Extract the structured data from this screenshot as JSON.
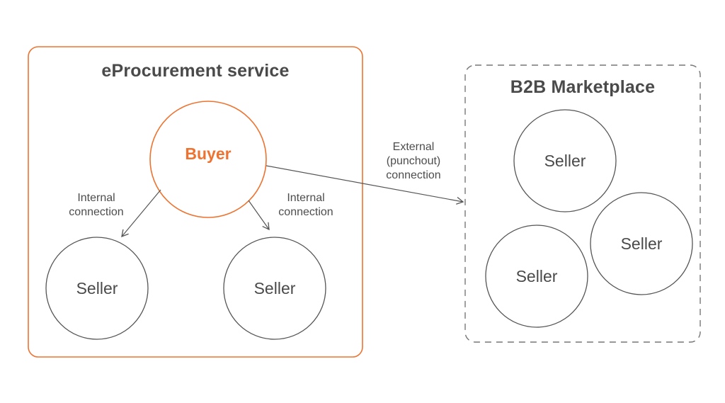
{
  "colors": {
    "accent": "#ee7330",
    "text": "#4a4a4a",
    "stroke": "#555555",
    "dashed_border": "#777777"
  },
  "eprocurement": {
    "title": "eProcurement service",
    "buyer_label": "Buyer",
    "seller_left_label": "Seller",
    "seller_right_label": "Seller"
  },
  "marketplace": {
    "title": "B2B Marketplace",
    "seller_top_label": "Seller",
    "seller_right_label": "Seller",
    "seller_bottom_label": "Seller"
  },
  "edges": {
    "internal_left": [
      "Internal",
      "connection"
    ],
    "internal_right": [
      "Internal",
      "connection"
    ],
    "external": [
      "External",
      "(punchout)",
      "connection"
    ]
  }
}
